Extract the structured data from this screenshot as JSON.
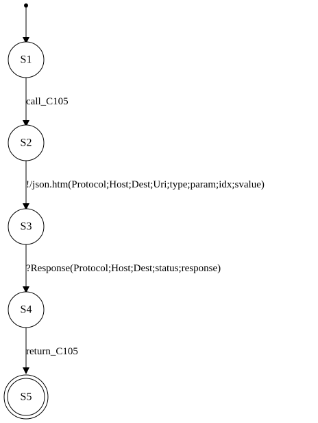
{
  "diagram": {
    "states": [
      {
        "id": "S1",
        "label": "S1",
        "final": false
      },
      {
        "id": "S2",
        "label": "S2",
        "final": false
      },
      {
        "id": "S3",
        "label": "S3",
        "final": false
      },
      {
        "id": "S4",
        "label": "S4",
        "final": false
      },
      {
        "id": "S5",
        "label": "S5",
        "final": true
      }
    ],
    "transitions": [
      {
        "from": "start",
        "to": "S1",
        "label": ""
      },
      {
        "from": "S1",
        "to": "S2",
        "label": "call_C105"
      },
      {
        "from": "S2",
        "to": "S3",
        "label": "!/json.htm(Protocol;Host;Dest;Uri;type;param;idx;svalue)"
      },
      {
        "from": "S3",
        "to": "S4",
        "label": "?Response(Protocol;Host;Dest;status;response)"
      },
      {
        "from": "S4",
        "to": "S5",
        "label": "return_C105"
      }
    ],
    "colors": {
      "stroke": "#000000",
      "fill": "#ffffff",
      "text": "#000000"
    }
  }
}
